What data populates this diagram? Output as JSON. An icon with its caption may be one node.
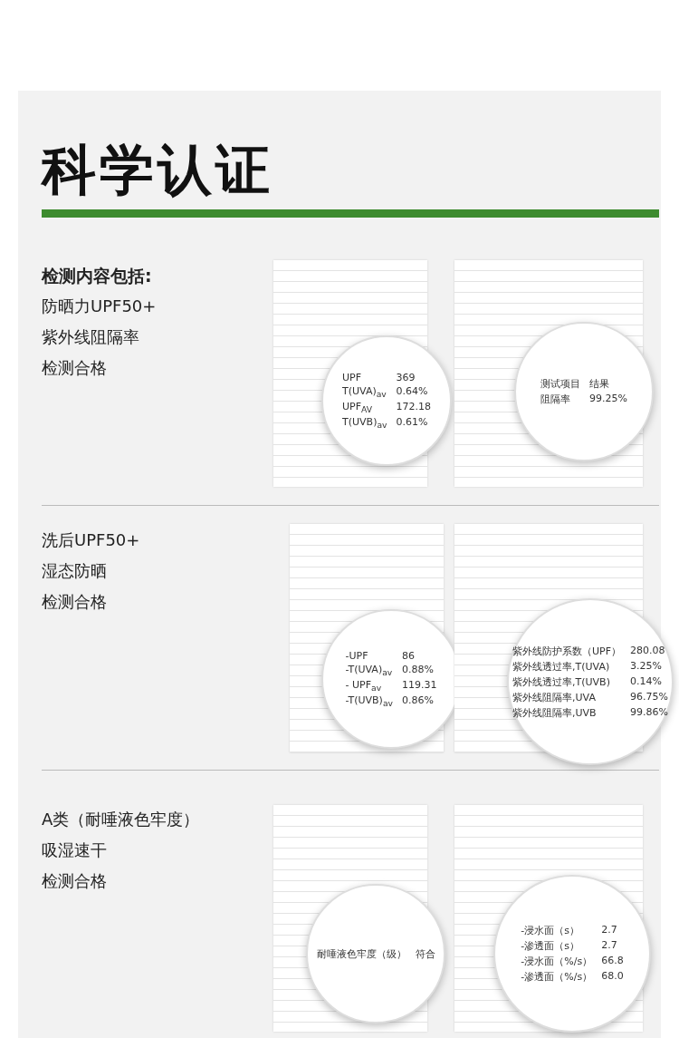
{
  "diagram": {
    "title": "科学认证",
    "labels": [
      "检测内容包括:",
      "防晒力UPF50+",
      "紫外线阻隔率",
      "检测合格",
      "洗后UPF50+",
      "湿态防晒",
      "检测合格",
      "A类（耐唾液色牢度）",
      "吸湿速干",
      "检测合格",
      "UPF",
      "369",
      "T(UVA)$_{av}$",
      "0.64%",
      "UPF$_{AV}$",
      "172.18",
      "T(UVB)$_{av}$",
      "0.61%",
      "测试项目",
      "结果",
      "阻隔率",
      "99.25%",
      "-UPF",
      "86",
      "-T(UVA)$_{av}$",
      "0.88%",
      "- UPF$_{av}$",
      "119.31",
      "-T(UVB)$_{av}$",
      "0.86%",
      "紫外线防护系数（UPF）",
      "280.08",
      "紫外线透过率,T(UVA)",
      "3.25%",
      "紫外线透过率,T(UVB)",
      "0.14%",
      "紫外线阻隔率,UVA",
      "96.75%",
      "紫外线阻隔率,UVB",
      "99.86%",
      "耐唾液色牢度（级）",
      "符合",
      "-浸水面（s）",
      "2.7",
      "-渗透面（s）",
      "2.7",
      "-浸水面（%/s）",
      "66.8",
      "-渗透面（%/s）",
      "68.0"
    ]
  }
}
